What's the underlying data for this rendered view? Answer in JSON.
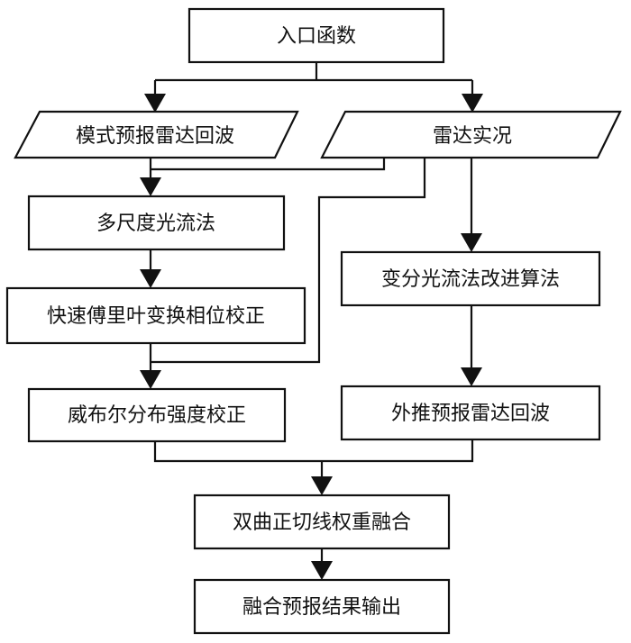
{
  "diagram": {
    "type": "flowchart",
    "nodes": [
      {
        "id": "entry",
        "shape": "rect",
        "label": "入口函数"
      },
      {
        "id": "model_forecast",
        "shape": "parallelogram",
        "label": "模式预报雷达回波"
      },
      {
        "id": "radar_obs",
        "shape": "parallelogram",
        "label": "雷达实况"
      },
      {
        "id": "multiscale_flow",
        "shape": "rect",
        "label": "多尺度光流法"
      },
      {
        "id": "fft_phase",
        "shape": "rect",
        "label": "快速傅里叶变换相位校正"
      },
      {
        "id": "weibull",
        "shape": "rect",
        "label": "威布尔分布强度校正"
      },
      {
        "id": "variational_flow",
        "shape": "rect",
        "label": "变分光流法改进算法"
      },
      {
        "id": "extrapolation",
        "shape": "rect",
        "label": "外推预报雷达回波"
      },
      {
        "id": "tanh_fusion",
        "shape": "rect",
        "label": "双曲正切线权重融合"
      },
      {
        "id": "output",
        "shape": "rect",
        "label": "融合预报结果输出"
      }
    ],
    "edges": [
      {
        "from": "entry",
        "to": "model_forecast"
      },
      {
        "from": "entry",
        "to": "radar_obs"
      },
      {
        "from": "model_forecast",
        "to": "multiscale_flow"
      },
      {
        "from": "radar_obs",
        "to": "multiscale_flow"
      },
      {
        "from": "multiscale_flow",
        "to": "fft_phase"
      },
      {
        "from": "fft_phase",
        "to": "weibull"
      },
      {
        "from": "radar_obs",
        "to": "weibull"
      },
      {
        "from": "radar_obs",
        "to": "variational_flow"
      },
      {
        "from": "variational_flow",
        "to": "extrapolation"
      },
      {
        "from": "weibull",
        "to": "tanh_fusion"
      },
      {
        "from": "extrapolation",
        "to": "tanh_fusion"
      },
      {
        "from": "tanh_fusion",
        "to": "output"
      }
    ]
  }
}
